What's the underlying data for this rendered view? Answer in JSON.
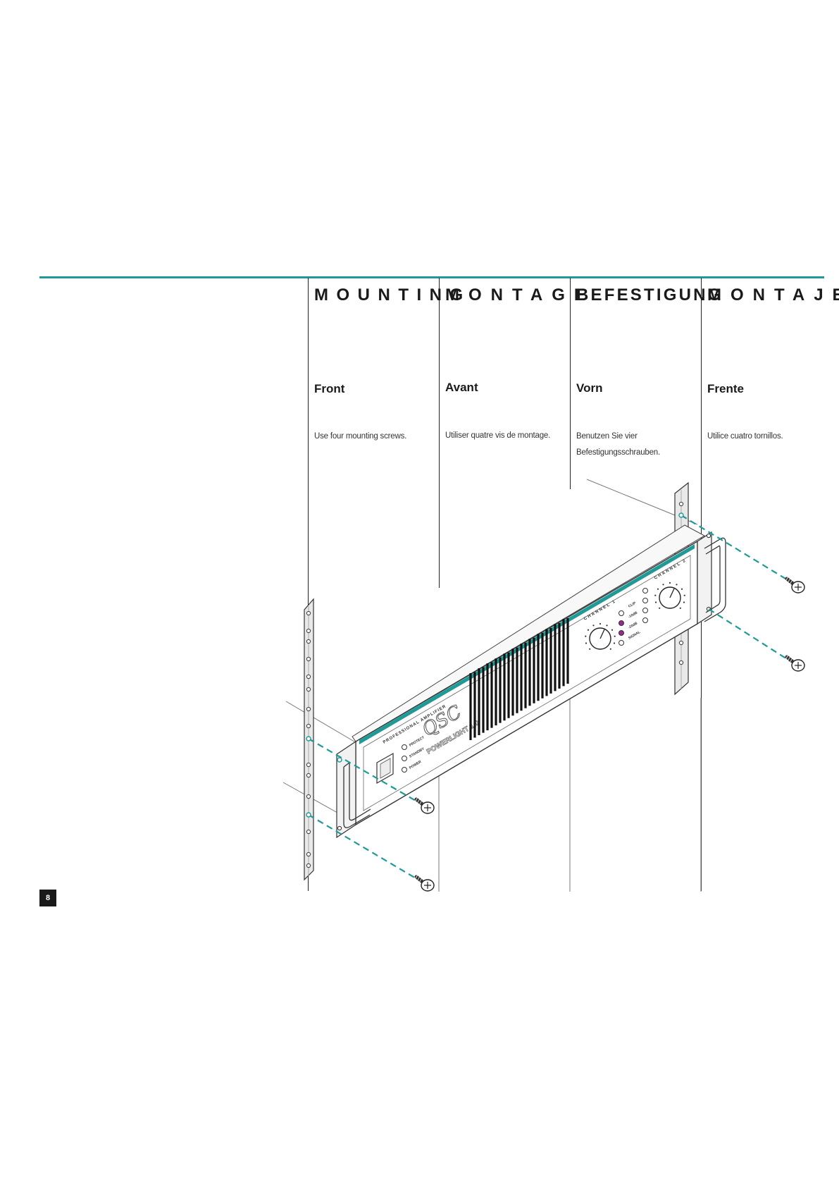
{
  "columns": [
    {
      "key": "en",
      "heading": "MOUNTING",
      "subheading": "Front",
      "text": "Use four mounting screws."
    },
    {
      "key": "fr",
      "heading": "MONTAGE",
      "subheading": "Avant",
      "text": "Utiliser quatre vis de montage."
    },
    {
      "key": "de",
      "heading": "BEFESTIGUNG",
      "subheading": "Vorn",
      "text": "Benutzen Sie vier Befestigungsschrauben."
    },
    {
      "key": "es",
      "heading": "MONTAJE",
      "subheading": "Frente",
      "text": "Utilice cuatro tornillos."
    }
  ],
  "illustration": {
    "brand_logo": "QSC",
    "model_label": "POWERLIGHT 1.0",
    "panel_title": "PROFESSIONAL AMPLIFIER",
    "left_status_labels": [
      "PROTECT",
      "STANDBY",
      "POWER"
    ],
    "channel_labels": [
      "CHANNEL 1",
      "CHANNEL 2"
    ],
    "meter_labels": [
      "CLIP",
      "-10dB",
      "-20dB",
      "SIGNAL"
    ],
    "accent_color": "#1f9a97",
    "led_color": "#9b2a8f"
  },
  "page_number": "8"
}
